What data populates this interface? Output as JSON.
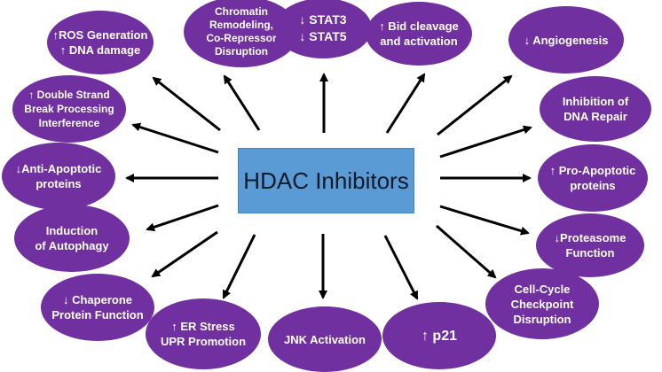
{
  "center": {
    "label": "HDAC Inhibitors",
    "color": "#5b9bd5"
  },
  "node_color": "#7030a0",
  "nodes": [
    {
      "id": "ros-dna-damage",
      "label": "↑ROS Generation\n↑ DNA damage"
    },
    {
      "id": "chromatin-remodeling",
      "label": "Chromatin\nRemodeling,\nCo-Repressor\nDisruption"
    },
    {
      "id": "stat3-stat5",
      "label": "↓ STAT3\n↓ STAT5"
    },
    {
      "id": "bid-cleavage",
      "label": "↑ Bid cleavage\nand activation"
    },
    {
      "id": "angiogenesis",
      "label": "↓ Angiogenesis"
    },
    {
      "id": "double-strand-break",
      "label": "↑ Double Strand\nBreak Processing\nInterference"
    },
    {
      "id": "dna-repair-inhibition",
      "label": "Inhibition of\nDNA Repair"
    },
    {
      "id": "anti-apoptotic",
      "label": "↓Anti-Apoptotic\nproteins"
    },
    {
      "id": "pro-apoptotic",
      "label": "↑ Pro-Apoptotic\nproteins"
    },
    {
      "id": "autophagy",
      "label": "Induction\nof Autophagy"
    },
    {
      "id": "proteasome",
      "label": "↓Proteasome\nFunction"
    },
    {
      "id": "chaperone",
      "label": "↓ Chaperone\nProtein Function"
    },
    {
      "id": "er-stress",
      "label": "↑ ER Stress\nUPR Promotion"
    },
    {
      "id": "jnk-activation",
      "label": "JNK Activation"
    },
    {
      "id": "p21",
      "label": "↑ p21"
    },
    {
      "id": "cell-cycle",
      "label": "Cell-Cycle\nCheckpoint\nDisruption"
    }
  ]
}
